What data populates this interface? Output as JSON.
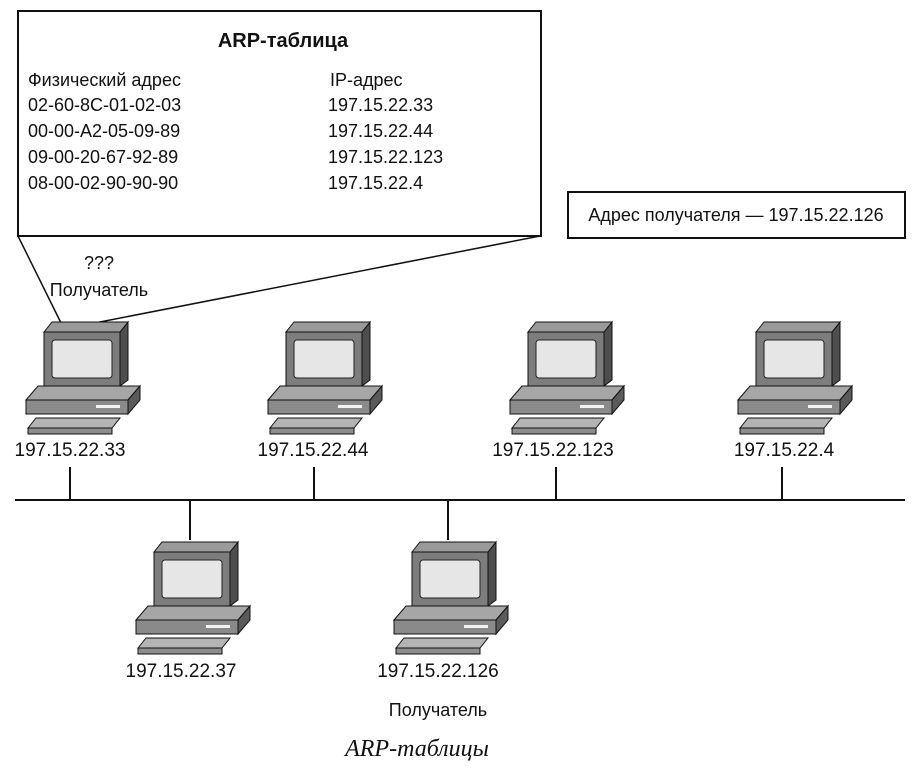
{
  "arp_table": {
    "title": "ARP-таблица",
    "col_physical": "Физический адрес",
    "col_ip": "IP-адрес",
    "rows": [
      {
        "mac": "02-60-8C-01-02-03",
        "ip": "197.15.22.33"
      },
      {
        "mac": "00-00-A2-05-09-89",
        "ip": "197.15.22.44"
      },
      {
        "mac": "09-00-20-67-92-89",
        "ip": "197.15.22.123"
      },
      {
        "mac": "08-00-02-90-90-90",
        "ip": "197.15.22.4"
      }
    ]
  },
  "destination_note": "Адрес получателя — 197.15.22.126",
  "unknown_marker": "???",
  "receiver_label_top": "Получатель",
  "receiver_label_bottom": "Получатель",
  "hosts_top": [
    "197.15.22.33",
    "197.15.22.44",
    "197.15.22.123",
    "197.15.22.4"
  ],
  "hosts_bottom": [
    "197.15.22.37",
    "197.15.22.126"
  ],
  "caption": "ARP-таблицы"
}
